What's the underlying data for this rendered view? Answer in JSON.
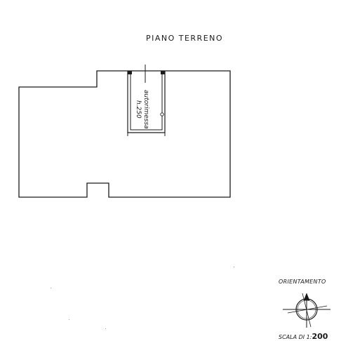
{
  "drawing": {
    "floor_title": "PIANO TERRENO",
    "room_label": "autorimessa",
    "height_label": "h.250",
    "orientation_title": "ORIENTAMENTO",
    "scale_prefix": "SCALA DI 1:",
    "scale_value": "200"
  },
  "colors": {
    "line": "#1a1a1a",
    "background": "#ffffff"
  }
}
